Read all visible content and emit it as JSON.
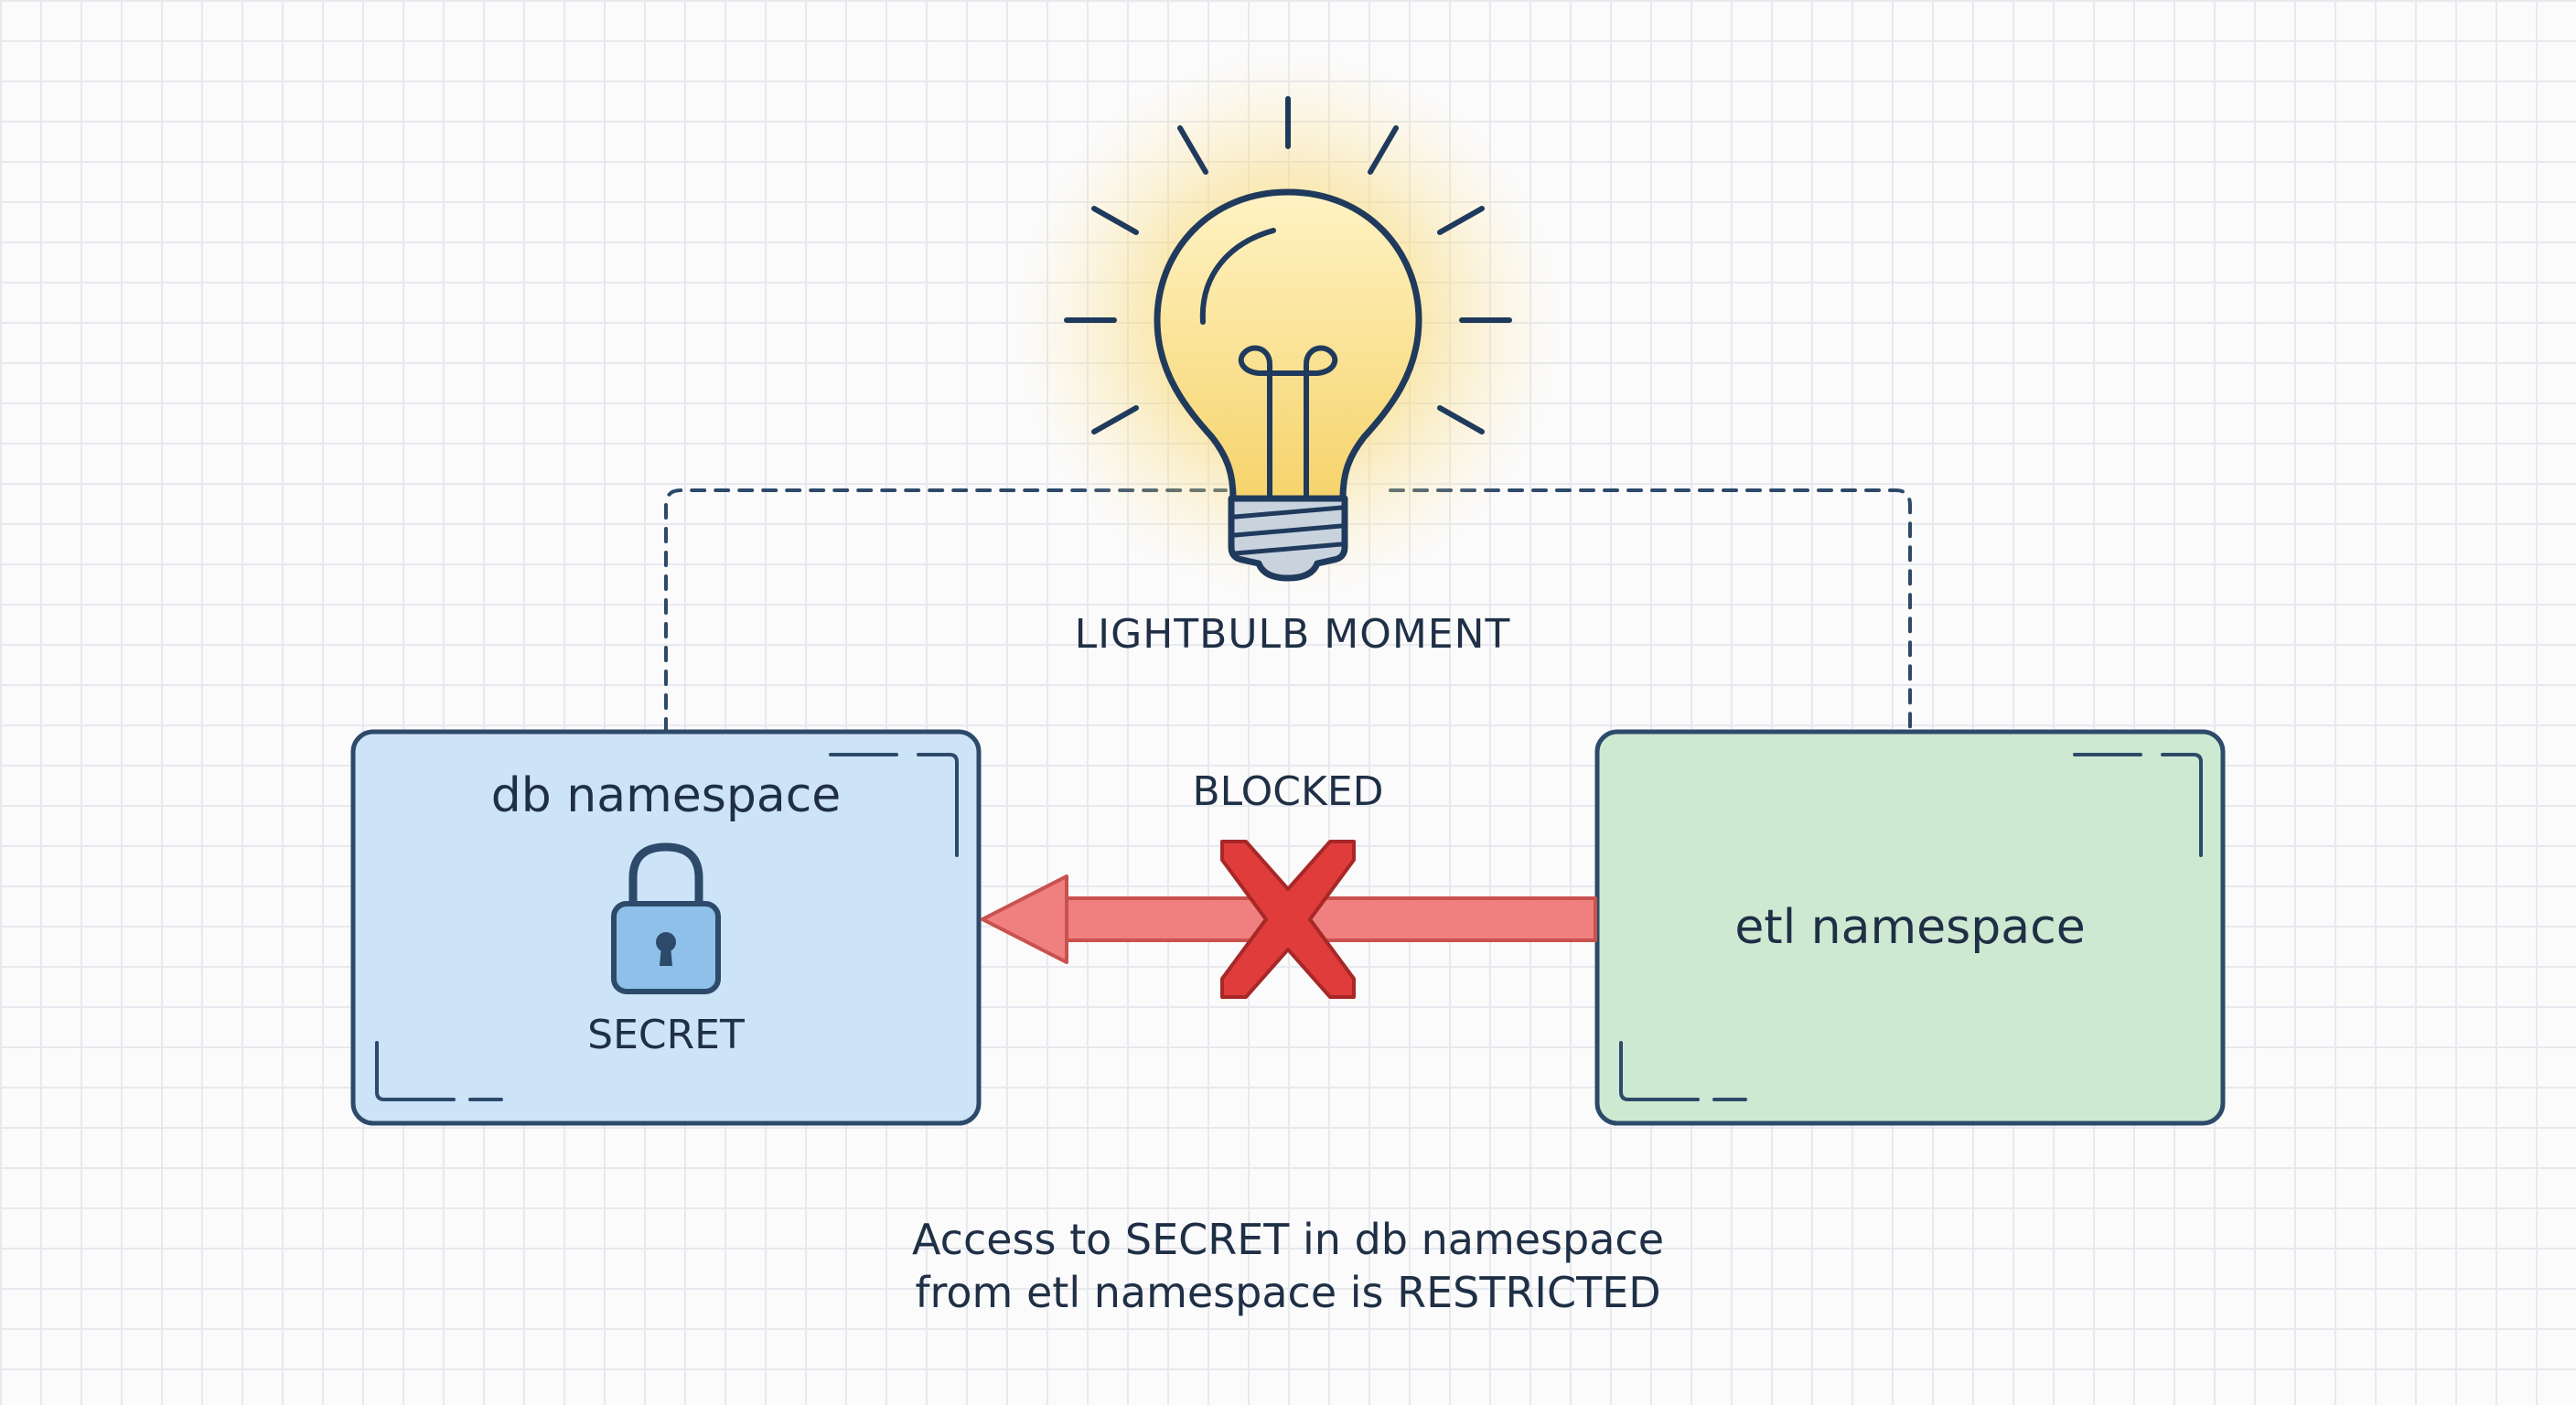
{
  "lightbulb": {
    "label": "LIGHTBULB MOMENT",
    "icon": "lightbulb-icon",
    "glow_color": "#f7c948"
  },
  "db_namespace": {
    "title": "db namespace",
    "secret_label": "SECRET",
    "secret_icon": "padlock-icon",
    "fill_color": "#cde3f7",
    "border_color": "#2d4a6a"
  },
  "etl_namespace": {
    "title": "etl namespace",
    "fill_color": "#cde9d2",
    "border_color": "#2d4a6a"
  },
  "access": {
    "status_label": "BLOCKED",
    "status_icon": "red-x-icon",
    "arrow_color": "#f08080",
    "x_color": "#e03c3c"
  },
  "caption": {
    "line1": "Access to SECRET in db namespace",
    "line2": "from etl namespace is RESTRICTED"
  }
}
